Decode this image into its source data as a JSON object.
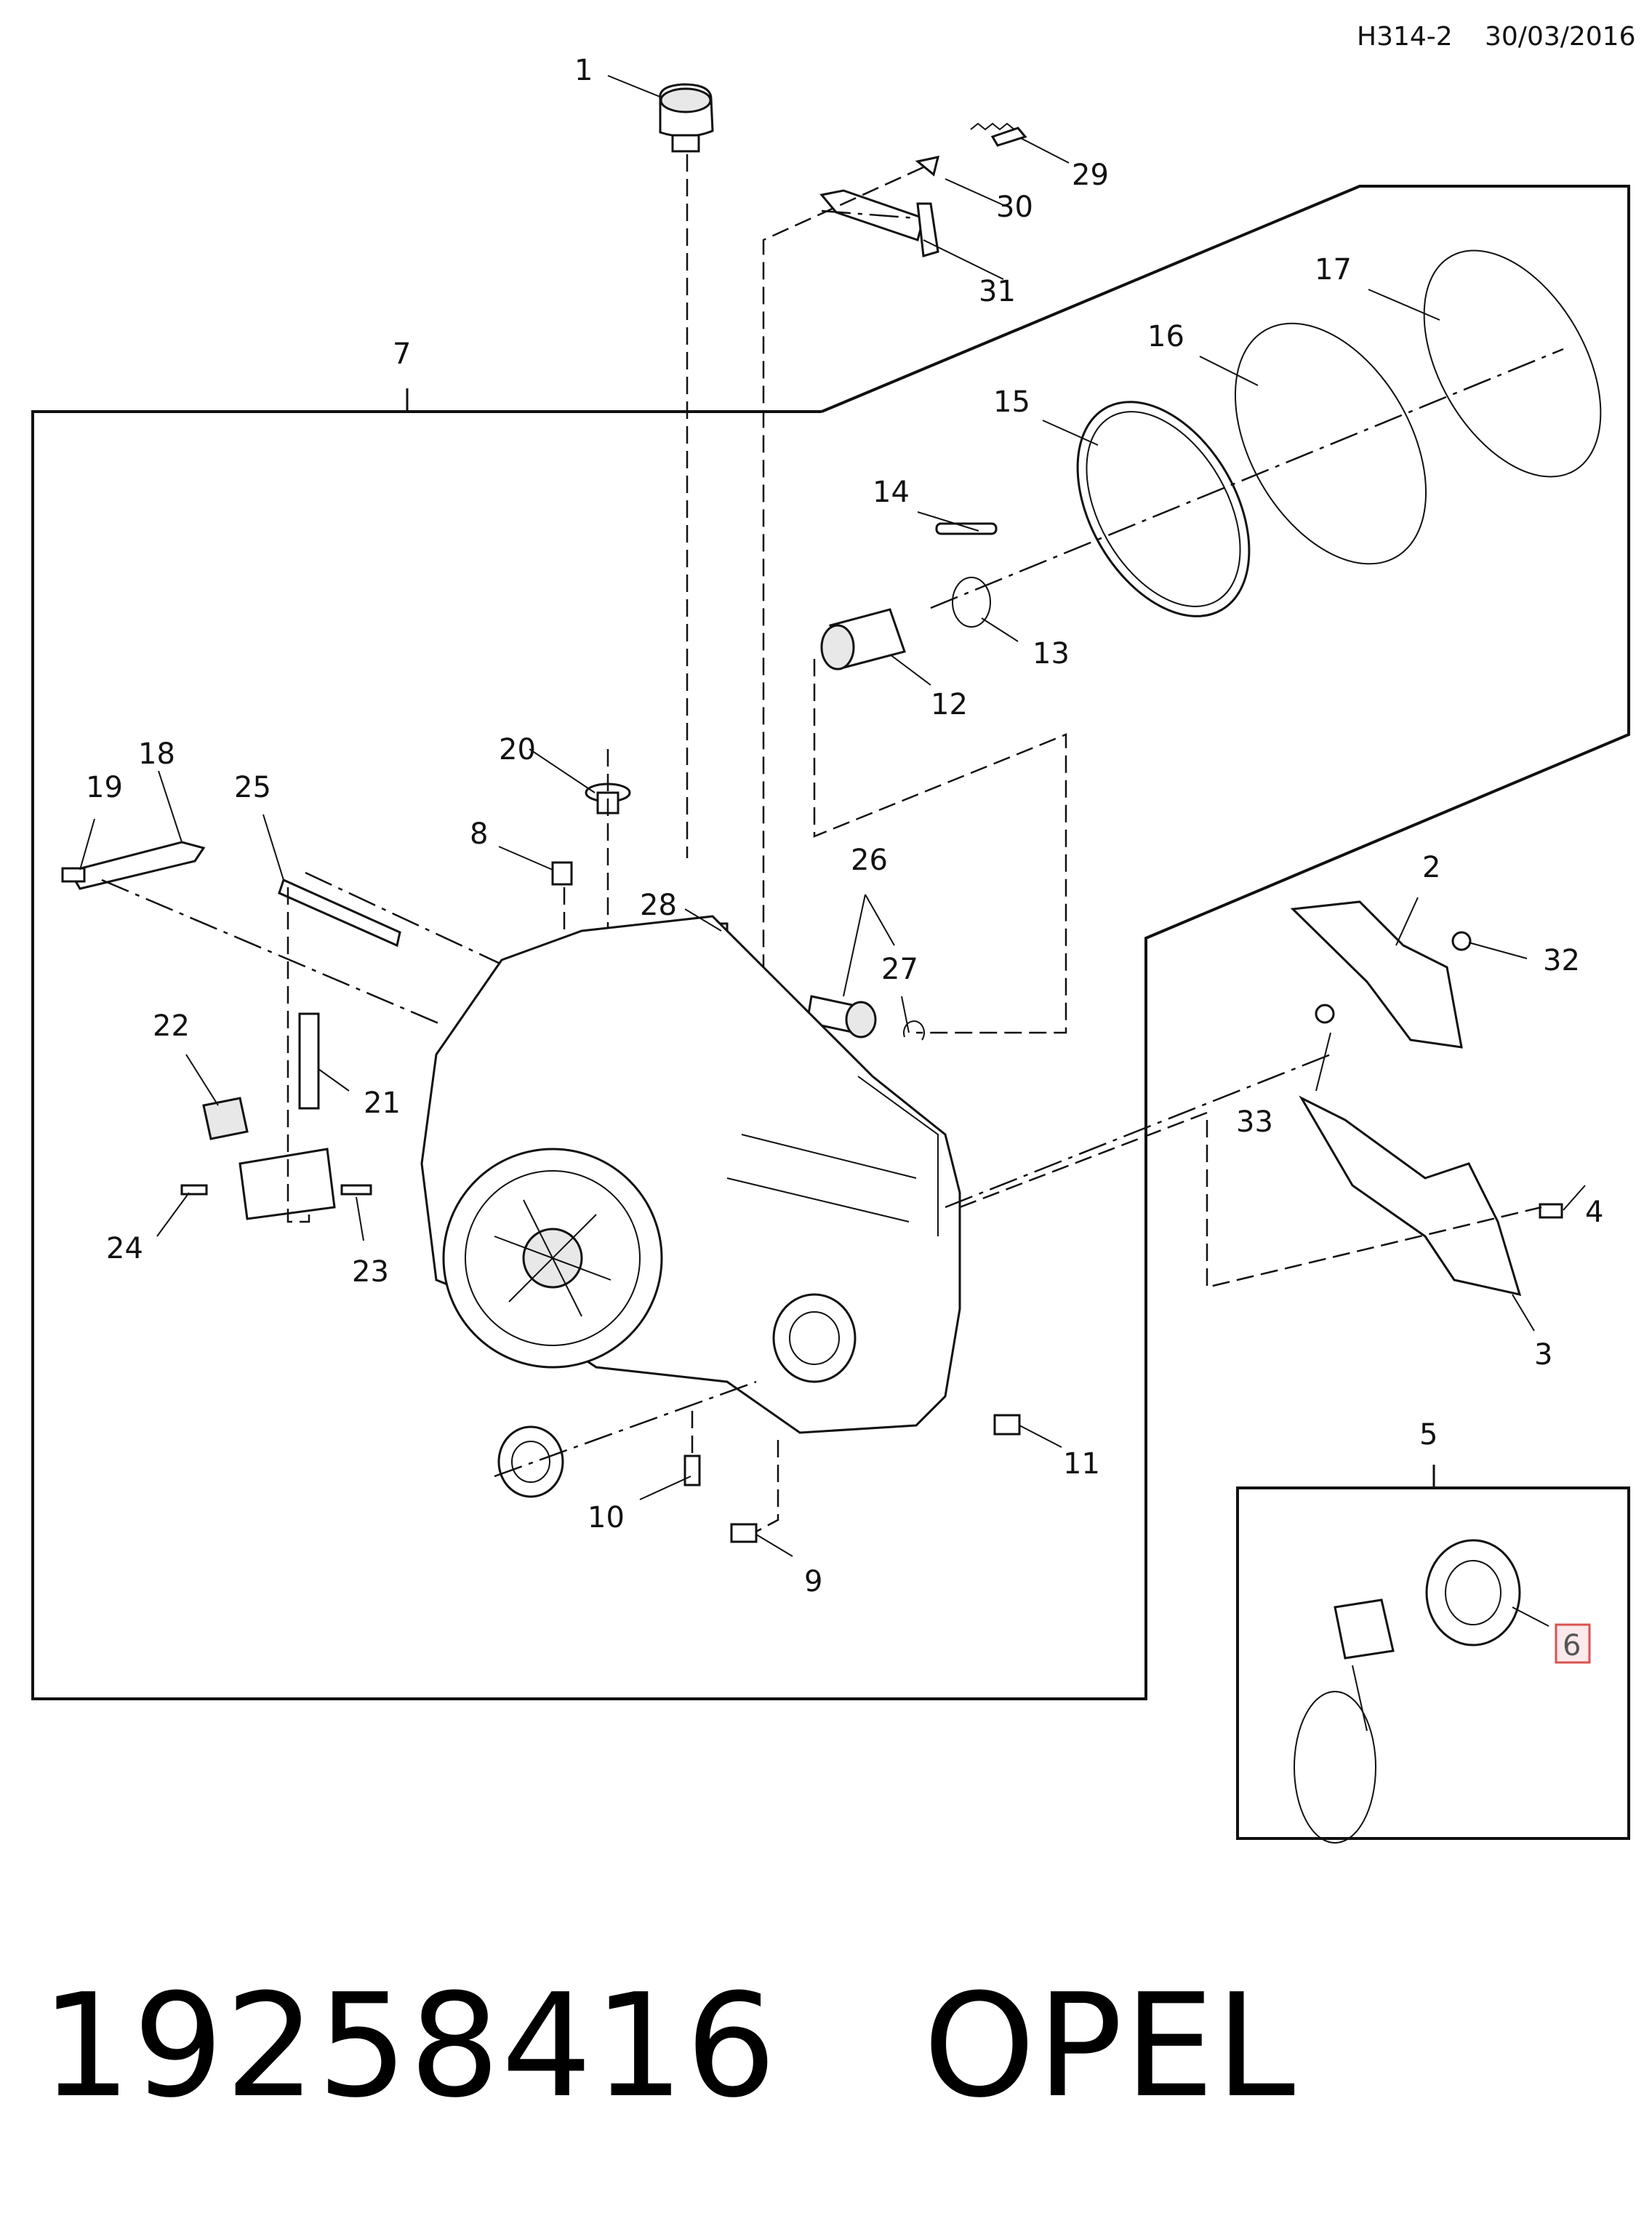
{
  "header": {
    "code": "H314-2",
    "date": "30/03/2016"
  },
  "callouts": [
    "1",
    "2",
    "3",
    "4",
    "5",
    "6",
    "7",
    "8",
    "9",
    "10",
    "11",
    "12",
    "13",
    "14",
    "15",
    "16",
    "17",
    "18",
    "19",
    "20",
    "21",
    "22",
    "23",
    "24",
    "25",
    "26",
    "27",
    "28",
    "29",
    "30",
    "31",
    "32",
    "33"
  ],
  "highlighted_callout": "6",
  "footer": {
    "part_number": "19258416",
    "brand": "OPEL"
  },
  "colors": {
    "highlight_border": "#d9534f",
    "highlight_fill": "#fbe9ec"
  }
}
